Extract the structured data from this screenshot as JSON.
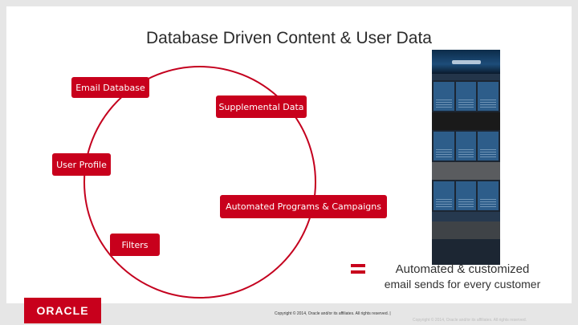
{
  "slide": {
    "title": "Database Driven Content & User Data",
    "pills": {
      "email_database": "Email Database",
      "supplemental_data": "Supplemental Data",
      "user_profile": "User Profile",
      "automated_programs": "Automated Programs & Campaigns",
      "filters": "Filters"
    },
    "result": {
      "line1": "Automated & customized",
      "line2": "email sends for every customer"
    }
  },
  "footer": {
    "logo_text": "ORACLE",
    "copyright_main": "Copyright © 2014, Oracle and/or its affiliates. All rights reserved. |",
    "copyright_right": "Copyright © 2014, Oracle and/or its affiliates. All rights reserved."
  },
  "colors": {
    "accent_red": "#c8001c",
    "ring_red": "#c4001e",
    "background": "#ffffff"
  }
}
